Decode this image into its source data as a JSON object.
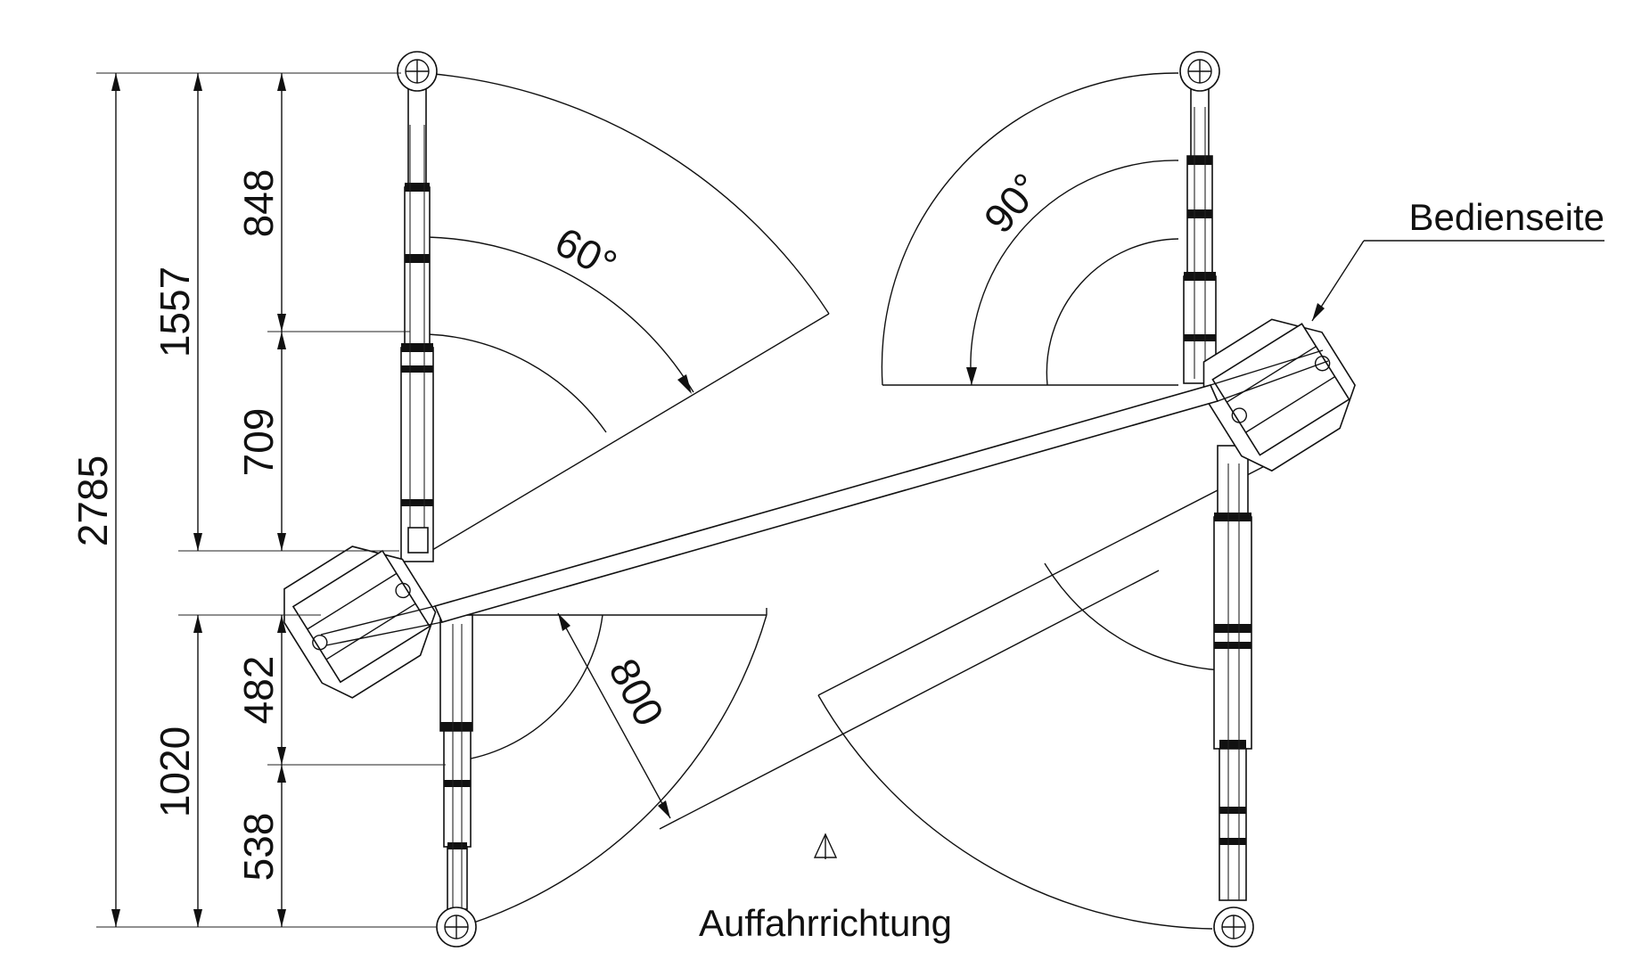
{
  "dimensions": {
    "total_height": "2785",
    "upper_arm_total": "1557",
    "upper_arm_outer": "848",
    "upper_arm_inner": "709",
    "lower_arm_total": "1020",
    "lower_arm_inner": "482",
    "lower_arm_outer": "538",
    "crossbar_clearance": "800"
  },
  "angles": {
    "left_swing": "60°",
    "right_swing": "90°"
  },
  "labels": {
    "operator_side": "Bedienseite",
    "drive_direction": "Auffahrrichtung"
  },
  "icons": {
    "drive_arrow": "up-arrow-icon",
    "lifting_pad": "lifting-pad-icon"
  },
  "colors": {
    "line": "#111111",
    "background": "#ffffff"
  }
}
